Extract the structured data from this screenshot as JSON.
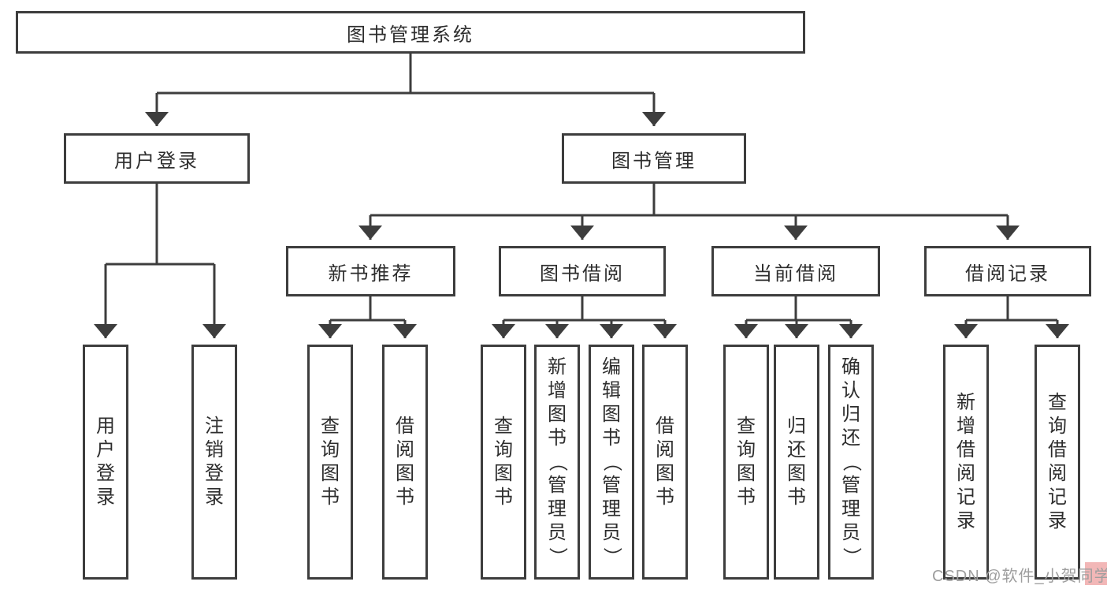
{
  "tree": {
    "root": "图书管理系统",
    "branches": [
      {
        "label": "用户登录",
        "children": [
          "用户登录",
          "注销登录"
        ]
      },
      {
        "label": "图书管理",
        "children": [
          {
            "label": "新书推荐",
            "children": [
              "查询图书",
              "借阅图书"
            ]
          },
          {
            "label": "图书借阅",
            "children": [
              "查询图书",
              "新增图书（管理员）",
              "编辑图书（管理员）",
              "借阅图书"
            ]
          },
          {
            "label": "当前借阅",
            "children": [
              "查询图书",
              "归还图书",
              "确认归还（管理员）"
            ]
          },
          {
            "label": "借阅记录",
            "children": [
              "新增借阅记录",
              "查询借阅记录"
            ]
          }
        ]
      }
    ]
  },
  "watermark": "CSDN @软件_小贺同学",
  "colors": {
    "line": "#3d3d3d",
    "text": "#2d2d2d",
    "watermark_text": "#9e9e9e",
    "watermark_highlight": "#f2b7b7",
    "background": "#ffffff"
  }
}
